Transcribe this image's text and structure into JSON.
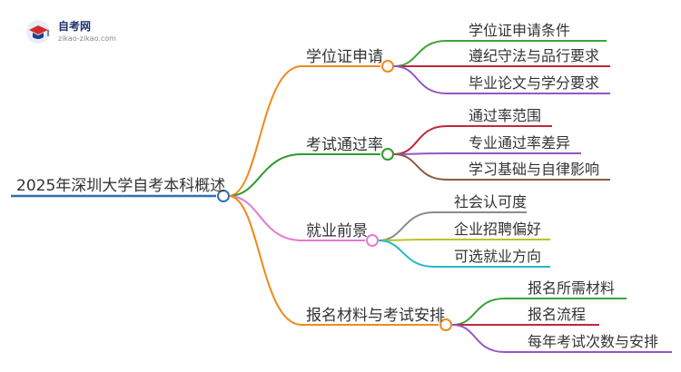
{
  "logo": {
    "name": "自考网",
    "url": "zikao-zikao.com"
  },
  "root": {
    "label": "2025年深圳大学自考本科概述",
    "color": "#2f6fb5"
  },
  "branches": [
    {
      "label": "学位证申请",
      "color": "#f0891e",
      "children": [
        {
          "label": "学位证申请条件",
          "color": "#3aa53a"
        },
        {
          "label": "遵纪守法与品行要求",
          "color": "#c0283a"
        },
        {
          "label": "毕业论文与学分要求",
          "color": "#9157c4"
        }
      ]
    },
    {
      "label": "考试通过率",
      "color": "#2e9a2e",
      "children": [
        {
          "label": "通过率范围",
          "color": "#c0283a"
        },
        {
          "label": "专业通过率差异",
          "color": "#9157c4"
        },
        {
          "label": "学习基础与自律影响",
          "color": "#8a5a44"
        }
      ]
    },
    {
      "label": "就业前景",
      "color": "#e37bd2",
      "children": [
        {
          "label": "社会认可度",
          "color": "#8c8c8c"
        },
        {
          "label": "企业招聘偏好",
          "color": "#bcc22a"
        },
        {
          "label": "可选就业方向",
          "color": "#22b8c8"
        }
      ]
    },
    {
      "label": "报名材料与考试安排",
      "color": "#f0891e",
      "children": [
        {
          "label": "报名所需材料",
          "color": "#3aa53a"
        },
        {
          "label": "报名流程",
          "color": "#c0283a"
        },
        {
          "label": "每年考试次数与安排",
          "color": "#9157c4"
        }
      ]
    }
  ]
}
